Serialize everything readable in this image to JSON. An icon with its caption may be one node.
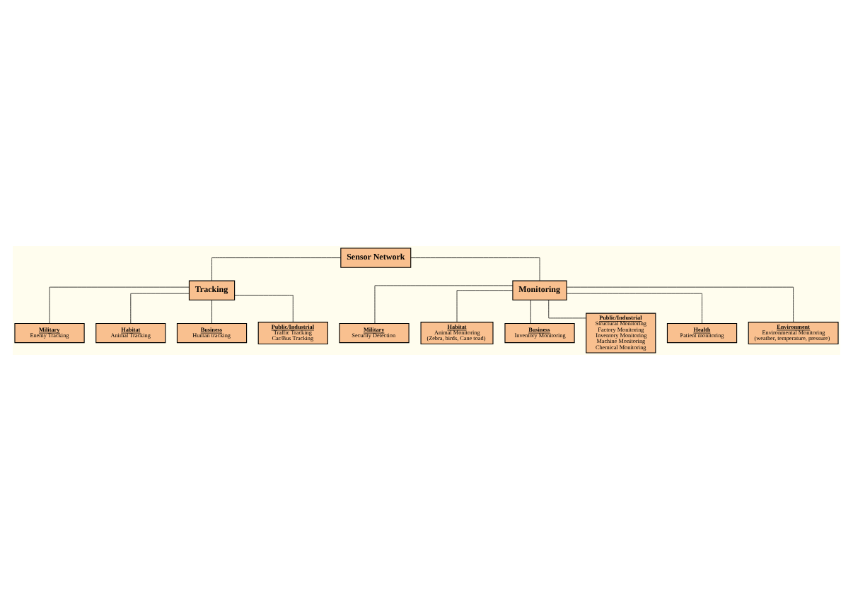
{
  "diagram": {
    "nodes": [
      {
        "text": [
          "Sensor Network"
        ]
      },
      {
        "text": [
          "Tracking"
        ]
      },
      {
        "text": [
          "Monitoring"
        ]
      },
      {
        "text": [
          "Military",
          "Enemy Tracking"
        ]
      },
      {
        "text": [
          "Habitat",
          "Animal Tracking"
        ]
      },
      {
        "text": [
          "Business",
          "Human tracking"
        ]
      },
      {
        "text": [
          "Public/Industrial",
          "Traffic Tracking",
          "Car/Bus Tracking"
        ]
      },
      {
        "text": [
          "Military",
          "Security Detection"
        ]
      },
      {
        "text": [
          "Habitat",
          "Animal Monitoring",
          "(Zebra, birds, Cane toad)"
        ]
      },
      {
        "text": [
          "Business",
          "Inventory Monitoring"
        ]
      },
      {
        "text": [
          "Public/Industrial",
          "Structural Monitoring",
          "Factory Monitoring",
          "Inventory Monitoring",
          "Machine Monitoring",
          "Chemical Monitoring"
        ]
      },
      {
        "text": [
          "Health",
          "Patient monitoring"
        ]
      },
      {
        "text": [
          "Environment",
          "Environmental Monitoring",
          "(weather, temperature, pressure)"
        ]
      }
    ],
    "edges": [
      {
        "from": 0,
        "to": 1,
        "arrow": "none"
      },
      {
        "from": 0,
        "to": 2,
        "arrow": "none"
      },
      {
        "from": 1,
        "to": 3,
        "arrow": "none"
      },
      {
        "from": 1,
        "to": 4,
        "arrow": "none"
      },
      {
        "from": 1,
        "to": 5,
        "arrow": "none"
      },
      {
        "from": 1,
        "to": 6,
        "arrow": "none"
      },
      {
        "from": 2,
        "to": 7,
        "arrow": "none"
      },
      {
        "from": 2,
        "to": 8,
        "arrow": "none"
      },
      {
        "from": 2,
        "to": 9,
        "arrow": "none"
      },
      {
        "from": 2,
        "to": 10,
        "arrow": "none"
      },
      {
        "from": 2,
        "to": 11,
        "arrow": "none"
      },
      {
        "from": 2,
        "to": 12,
        "arrow": "none"
      }
    ]
  }
}
